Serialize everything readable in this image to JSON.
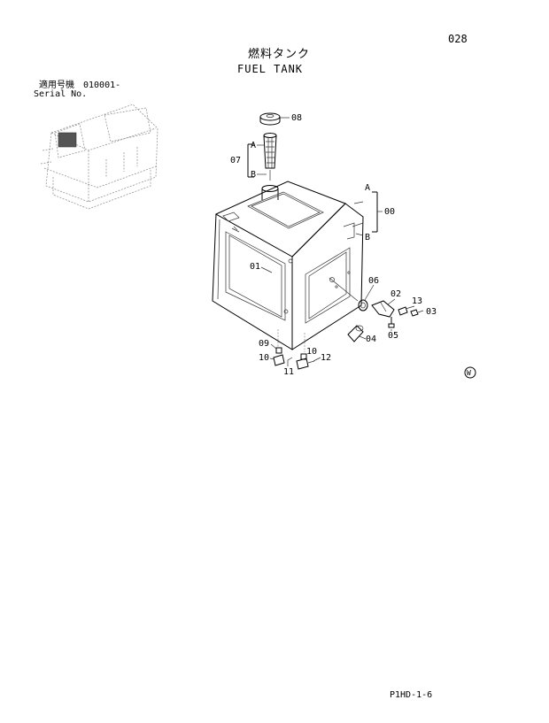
{
  "header": {
    "page_number": "028",
    "title_jp": "燃料タンク",
    "title_en": "FUEL TANK",
    "serial_label_jp": "適用号機",
    "serial_value": "010001-",
    "serial_label_en": "Serial No."
  },
  "callouts": {
    "p08": "08",
    "p07": "07",
    "a_top": "A",
    "b_top": "B",
    "a_right": "A",
    "b_right": "B",
    "p00": "00",
    "p01": "01",
    "p06": "06",
    "p02": "02",
    "p13": "13",
    "p03": "03",
    "p05": "05",
    "p04": "04",
    "p09": "09",
    "p10a": "10",
    "p10b": "10",
    "p11": "11",
    "p12": "12",
    "w_mark": "W"
  },
  "footer": {
    "code": "P1HD-1-6"
  }
}
